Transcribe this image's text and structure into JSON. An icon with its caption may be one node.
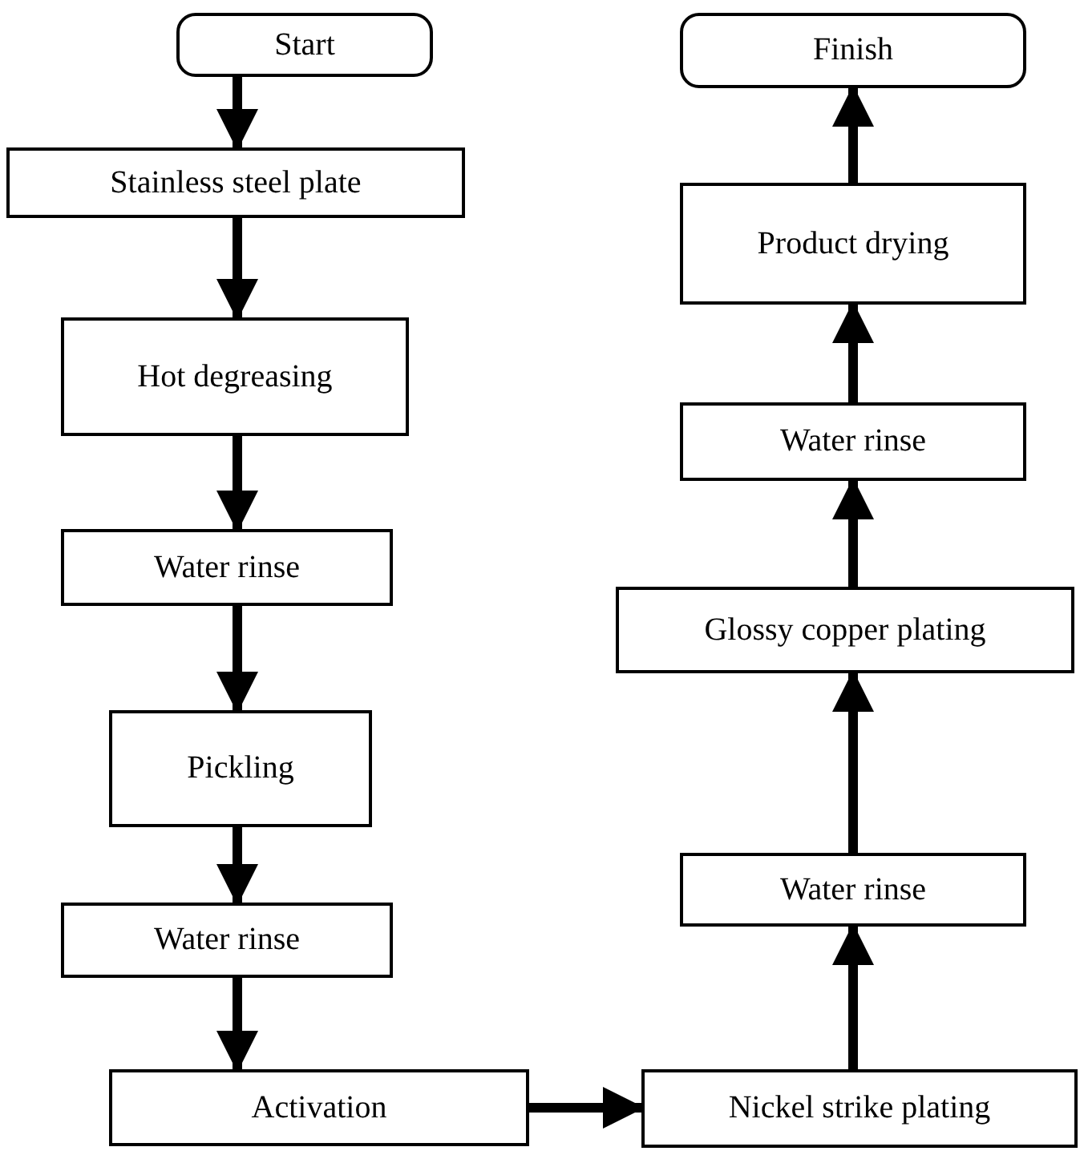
{
  "diagram": {
    "nodes": [
      {
        "text": [
          "Start"
        ]
      },
      {
        "text": [
          "Stainless steel plate"
        ]
      },
      {
        "text": [
          "Hot degreasing"
        ]
      },
      {
        "text": [
          "Water rinse"
        ]
      },
      {
        "text": [
          "Pickling"
        ]
      },
      {
        "text": [
          "Water rinse"
        ]
      },
      {
        "text": [
          "Activation"
        ]
      },
      {
        "text": [
          "Nickel strike plating"
        ]
      },
      {
        "text": [
          "Water rinse"
        ]
      },
      {
        "text": [
          "Glossy copper plating"
        ]
      },
      {
        "text": [
          "Water rinse"
        ]
      },
      {
        "text": [
          "Product drying"
        ]
      },
      {
        "text": [
          "Finish"
        ]
      }
    ],
    "edges": [
      {
        "from": 0,
        "to": 1,
        "arrow": "to"
      },
      {
        "from": 1,
        "to": 2,
        "arrow": "to"
      },
      {
        "from": 2,
        "to": 3,
        "arrow": "to"
      },
      {
        "from": 3,
        "to": 4,
        "arrow": "to"
      },
      {
        "from": 4,
        "to": 5,
        "arrow": "to"
      },
      {
        "from": 5,
        "to": 6,
        "arrow": "to"
      },
      {
        "from": 6,
        "to": 7,
        "arrow": "to"
      },
      {
        "from": 7,
        "to": 8,
        "arrow": "to"
      },
      {
        "from": 8,
        "to": 9,
        "arrow": "to"
      },
      {
        "from": 9,
        "to": 10,
        "arrow": "to"
      },
      {
        "from": 10,
        "to": 11,
        "arrow": "to"
      },
      {
        "from": 11,
        "to": 12,
        "arrow": "to"
      }
    ]
  }
}
